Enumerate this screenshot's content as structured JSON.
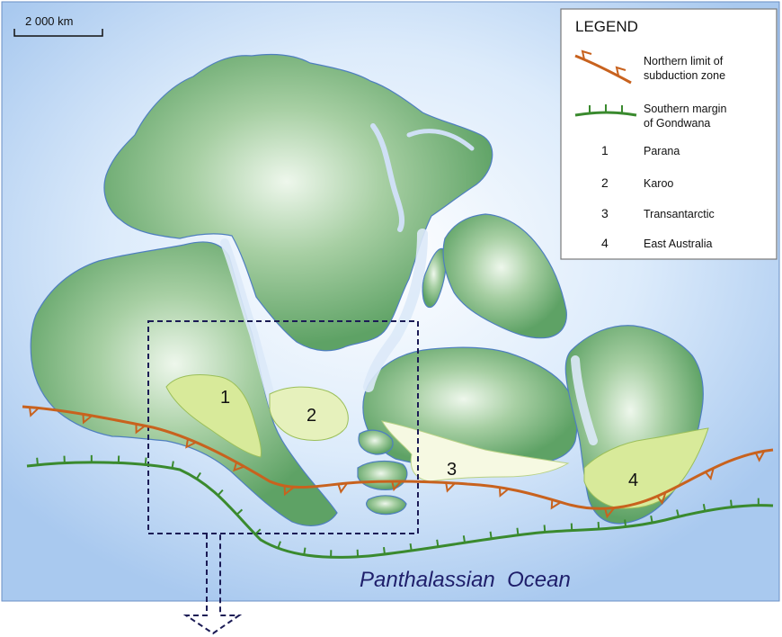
{
  "scale_bar": {
    "label": "2 000 km"
  },
  "legend": {
    "title": "LEGEND",
    "items": [
      {
        "symbol": "subduction-line",
        "lines": [
          "Northern limit of",
          "subduction zone"
        ],
        "color": "#c8621e"
      },
      {
        "symbol": "margin-line",
        "lines": [
          "Southern margin",
          "of Gondwana"
        ],
        "color": "#3a8a2e"
      },
      {
        "symbol": "number",
        "number": "1",
        "lines": [
          "Parana"
        ]
      },
      {
        "symbol": "number",
        "number": "2",
        "lines": [
          "Karoo"
        ]
      },
      {
        "symbol": "number",
        "number": "3",
        "lines": [
          "Transantarctic"
        ]
      },
      {
        "symbol": "number",
        "number": "4",
        "lines": [
          "East Australia"
        ]
      }
    ]
  },
  "basins": [
    {
      "number": "1"
    },
    {
      "number": "2"
    },
    {
      "number": "3"
    },
    {
      "number": "4"
    }
  ],
  "ocean_label": "Panthalassian  Ocean",
  "colors": {
    "sea": "#a9c9ef",
    "land_dark": "#5ea265",
    "land_light": "#d7ecd4",
    "basin_fill": "#d8ea9a",
    "basin_light": "#f6f9e2",
    "subduction": "#c8621e",
    "margin": "#3a8a2e",
    "inset_box": "#1b1b55"
  }
}
